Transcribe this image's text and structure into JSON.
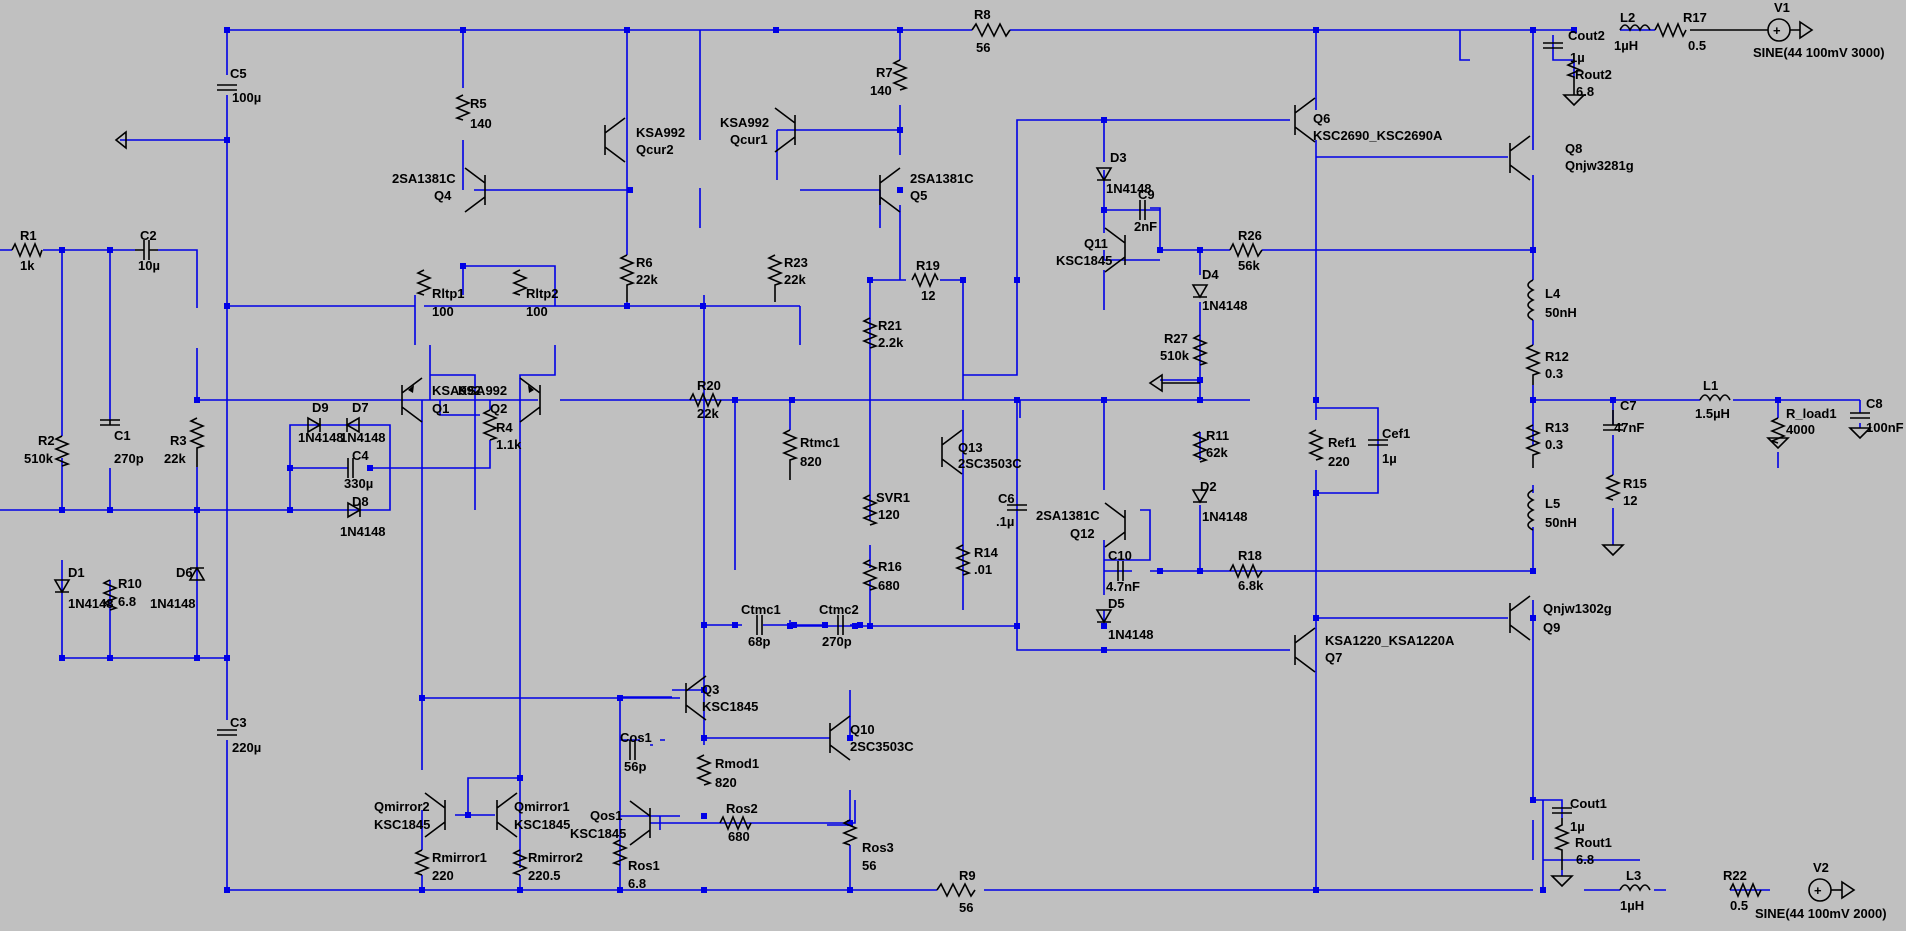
{
  "labels": {
    "R8": "R8",
    "R8v": "56",
    "C5": "C5",
    "C5v": "100µ",
    "R5": "R5",
    "R5v": "140",
    "Qcur2": "KSA992",
    "Qcur2n": "Qcur2",
    "Q4": "2SA1381C",
    "Q4n": "Q4",
    "Qcur1": "KSA992",
    "Qcur1n": "Qcur1",
    "R7": "R7",
    "R7v": "140",
    "Q5": "2SA1381C",
    "Q5n": "Q5",
    "Q6n": "Q6",
    "Q6": "KSC2690_KSC2690A",
    "Q8n": "Q8",
    "Q8": "Qnjw3281g",
    "Cout2": "Cout2",
    "Cout2v": "1µ",
    "Rout2": "Rout2",
    "Rout2v": "6.8",
    "L2": "L2",
    "L2v": "1µH",
    "R17": "R17",
    "R17v": "0.5",
    "V1": "V1",
    "V1v": "SINE(44 100mV 3000)",
    "R1": "R1",
    "R1v": "1k",
    "C2": "C2",
    "C2v": "10µ",
    "R6": "R6",
    "R6v": "22k",
    "R23": "R23",
    "R23v": "22k",
    "R19": "R19",
    "R19v": "12",
    "D3": "D3",
    "D3v": "1N4148",
    "C9": "C9",
    "C9v": "2nF",
    "Q11n": "Q11",
    "Q11": "KSC1845",
    "R26": "R26",
    "R26v": "56k",
    "D4": "D4",
    "D4v": "1N4148",
    "Rltp1": "Rltp1",
    "Rltp1v": "100",
    "Rltp2": "Rltp2",
    "Rltp2v": "100",
    "R21": "R21",
    "R21v": "2.2k",
    "L4": "L4",
    "L4v": "50nH",
    "R27": "R27",
    "R27v": "510k",
    "R12": "R12",
    "R12v": "0.3",
    "Q1": "KSA992",
    "Q1n": "Q1",
    "Q2": "KSA992",
    "Q2n": "Q2",
    "D9": "D9",
    "D9v": "1N4148",
    "D7": "D7",
    "D7v": "1N4148",
    "R20": "R20",
    "R20v": "22k",
    "C7": "C7",
    "C7v": "47nF",
    "L1": "L1",
    "L1v": "1.5µH",
    "Rload": "R_load1",
    "Rloadv": "4000",
    "C8": "C8",
    "C8v": "100nF",
    "R2": "R2",
    "R2v": "510k",
    "C1": "C1",
    "C1v": "270p",
    "R3": "R3",
    "R3v": "22k",
    "R4": "R4",
    "R4v": "1.1k",
    "C4": "C4",
    "C4v": "330µ",
    "Rtmc1": "Rtmc1",
    "Rtmc1v": "820",
    "Q13n": "Q13",
    "Q13": "2SC3503C",
    "R11": "R11",
    "R11v": "62k",
    "Ref1": "Ref1",
    "Ref1v": "220",
    "Cef1": "Cef1",
    "Cef1v": "1µ",
    "R13": "R13",
    "R13v": "0.3",
    "D8": "D8",
    "D8v": "1N4148",
    "SVR1": "SVR1",
    "SVR1v": "120",
    "C6": "C6",
    "C6v": ".1µ",
    "Q12": "2SA1381C",
    "Q12n": "Q12",
    "D2": "D2",
    "D2v": "1N4148",
    "R15": "R15",
    "R15v": "12",
    "L5": "L5",
    "L5v": "50nH",
    "D1": "D1",
    "D1v": "1N4148",
    "R10": "R10",
    "R10v": "6.8",
    "D6": "D6",
    "D6v": "1N4148",
    "R14": "R14",
    "R14v": ".01",
    "R16": "R16",
    "R16v": "680",
    "C10": "C10",
    "C10v": "4.7nF",
    "R18": "R18",
    "R18v": "6.8k",
    "D5": "D5",
    "D5v": "1N4148",
    "Ctmc1": "Ctmc1",
    "Ctmc1v": "68p",
    "Ctmc2": "Ctmc2",
    "Ctmc2v": "270p",
    "Q9": "Qnjw1302g",
    "Q9n": "Q9",
    "Q7": "KSA1220_KSA1220A",
    "Q7n": "Q7",
    "Q3n": "Q3",
    "Q3": "KSC1845",
    "C3": "C3",
    "C3v": "220µ",
    "Q10n": "Q10",
    "Q10": "2SC3503C",
    "Cos1": "Cos1",
    "Cos1v": "56p",
    "Rmod1": "Rmod1",
    "Rmod1v": "820",
    "Qmirror2": "Qmirror2",
    "Qmirror2v": "KSC1845",
    "Qmirror1": "Qmirror1",
    "Qmirror1v": "KSC1845",
    "Qos1": "Qos1",
    "Qos1v": "KSC1845",
    "Ros2": "Ros2",
    "Ros2v": "680",
    "Cout1": "Cout1",
    "Cout1v": "1µ",
    "Rout1": "Rout1",
    "Rout1v": "6.8",
    "Rmirror1": "Rmirror1",
    "Rmirror1v": "220",
    "Rmirror2": "Rmirror2",
    "Rmirror2v": "220.5",
    "Ros1": "Ros1",
    "Ros1v": "6.8",
    "Ros3": "Ros3",
    "Ros3v": "56",
    "R9": "R9",
    "R9v": "56",
    "L3": "L3",
    "L3v": "1µH",
    "R22": "R22",
    "R22v": "0.5",
    "V2": "V2",
    "V2v": "SINE(44 100mV 2000)"
  }
}
